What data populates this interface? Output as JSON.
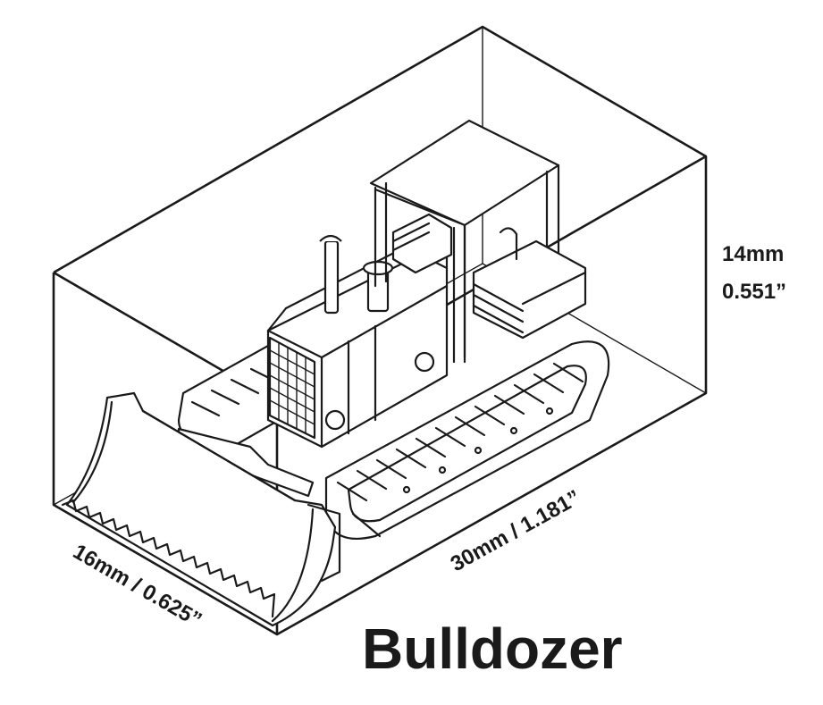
{
  "title": "Bulldozer",
  "dimensions": {
    "height_mm": "14mm",
    "height_in": "0.551”",
    "length": "30mm / 1.181”",
    "width": "16mm / 0.625”"
  },
  "colors": {
    "line": "#1a1a1a",
    "background": "#ffffff"
  }
}
